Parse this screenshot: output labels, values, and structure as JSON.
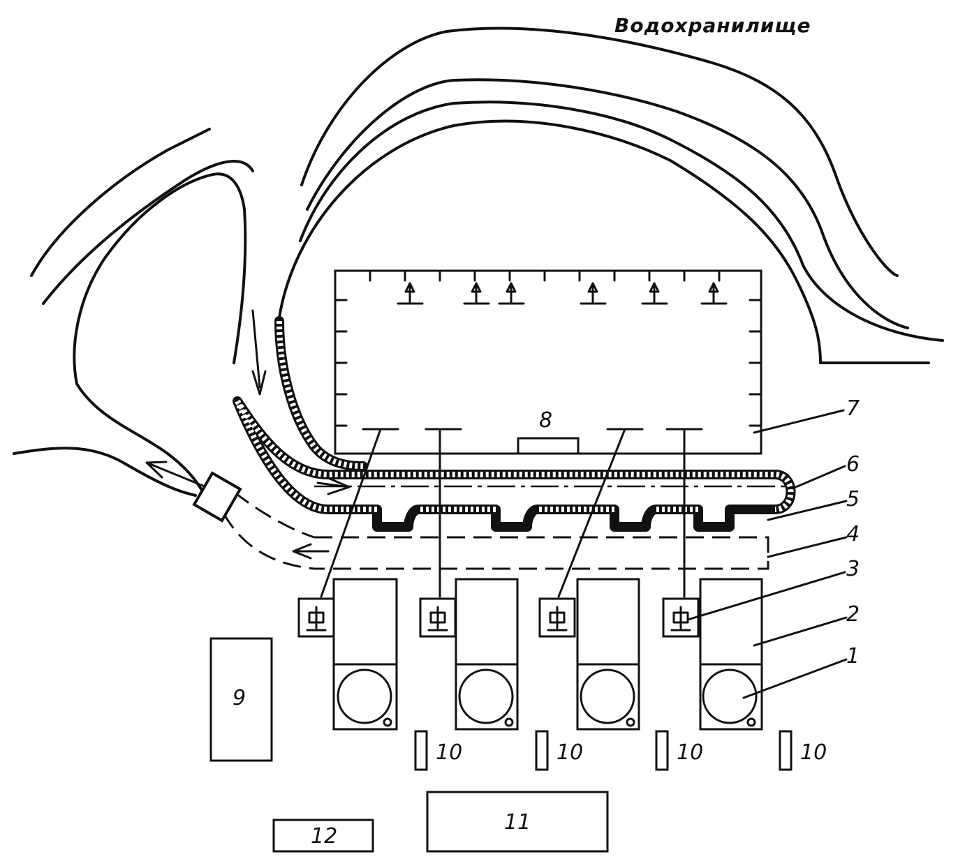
{
  "title": "Водохранилище",
  "labels": {
    "l1": "1",
    "l2": "2",
    "l3": "3",
    "l4": "4",
    "l5": "5",
    "l6": "6",
    "l7": "7",
    "l8": "8",
    "l9": "9",
    "l10": "10",
    "l11": "11",
    "l12": "12"
  }
}
